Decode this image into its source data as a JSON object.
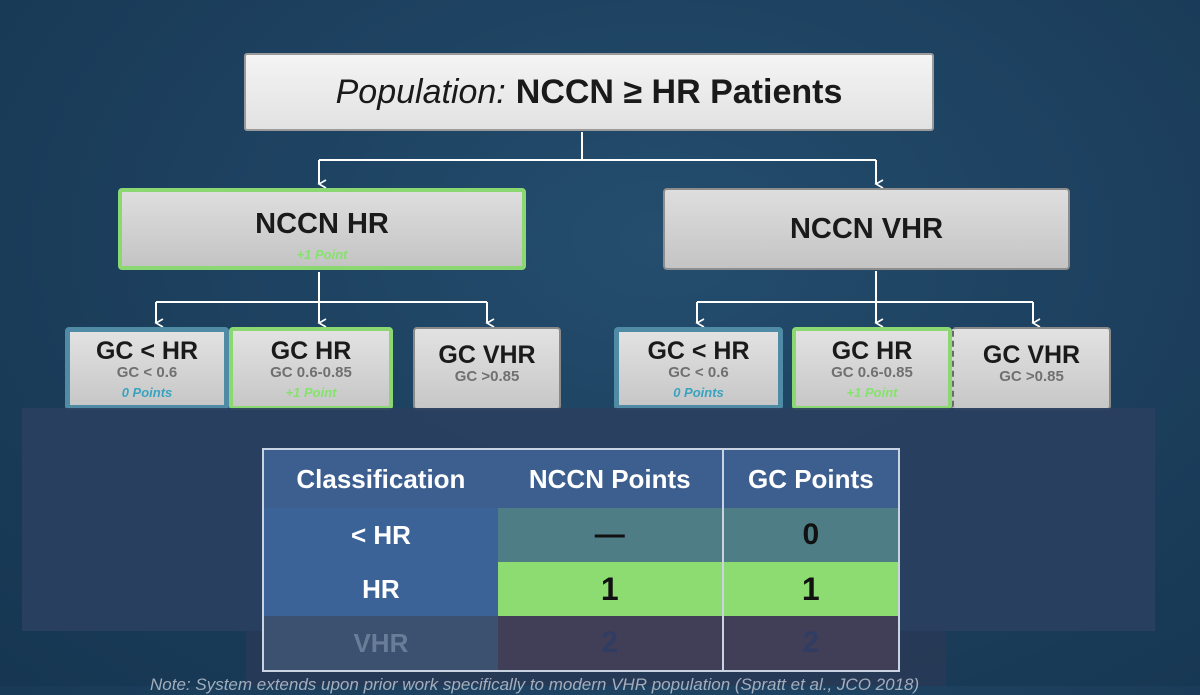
{
  "root": {
    "prefix": "Population:",
    "label": "NCCN ≥ HR Patients"
  },
  "branches": [
    {
      "label": "NCCN HR",
      "points": "+1 Point",
      "children": [
        {
          "title": "GC < HR",
          "sub": "GC < 0.6",
          "points": "0 Points"
        },
        {
          "title": "GC HR",
          "sub": "GC 0.6-0.85",
          "points": "+1 Point"
        },
        {
          "title": "GC VHR",
          "sub": "GC >0.85"
        }
      ]
    },
    {
      "label": "NCCN VHR",
      "children": [
        {
          "title": "GC < HR",
          "sub": "GC < 0.6",
          "points": "0 Points"
        },
        {
          "title": "GC HR",
          "sub": "GC 0.6-0.85",
          "points": "+1 Point"
        },
        {
          "title": "GC VHR",
          "sub": "GC >0.85"
        }
      ]
    }
  ],
  "table": {
    "headers": [
      "Classification",
      "NCCN Points",
      "GC Points"
    ],
    "rows": [
      [
        "< HR",
        "—",
        "0"
      ],
      [
        "HR",
        "1",
        "1"
      ],
      [
        "VHR",
        "2",
        "2"
      ]
    ]
  },
  "footnote": "Note: System extends upon prior work specifically to modern VHR population (Spratt et al., JCO 2018)",
  "colors": {
    "highlight": "#8bd873",
    "low_risk_border": "#4f8ba4",
    "background": "#1c3f5d"
  }
}
